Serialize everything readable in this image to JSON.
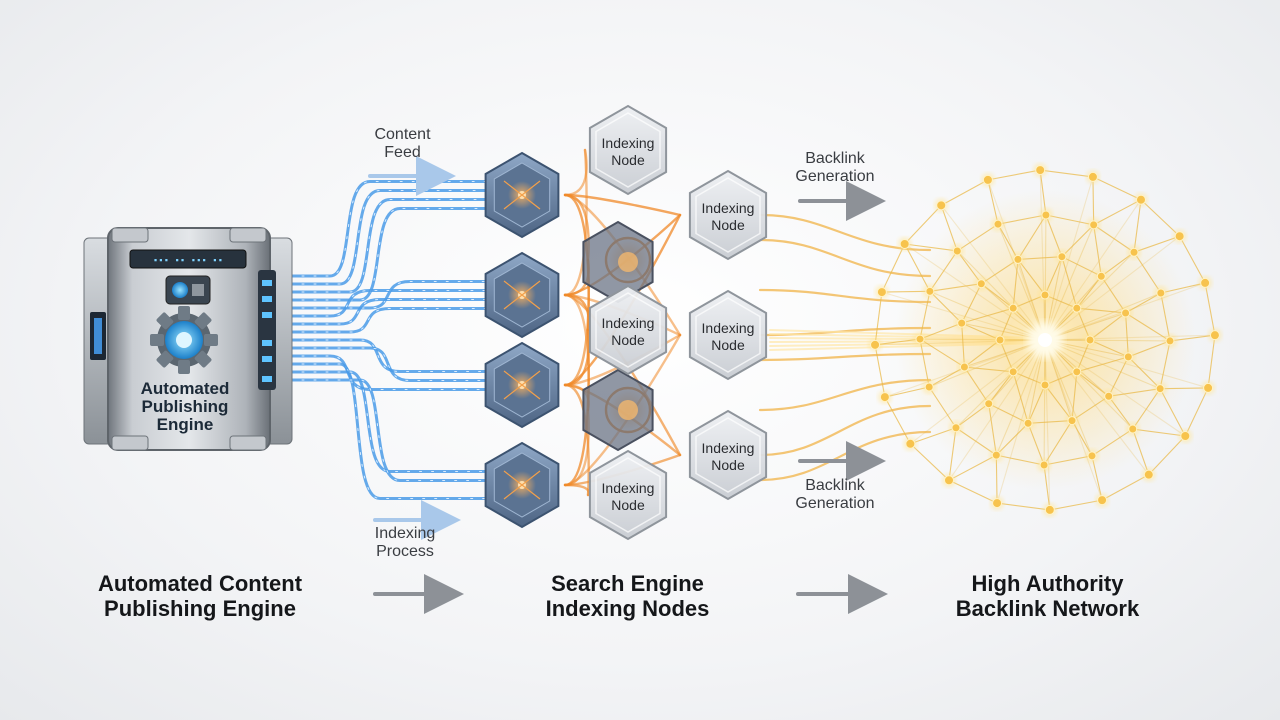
{
  "engine": {
    "label_lines": [
      "Automated",
      "Publishing",
      "Engine"
    ],
    "panel_text": "▪▪▪ ▪▪ ▪▪▪ ▪▪"
  },
  "flow_labels": {
    "content_feed": [
      "Content",
      "Feed"
    ],
    "indexing_process": [
      "Indexing",
      "Process"
    ],
    "backlink_top": [
      "Backlink",
      "Generation"
    ],
    "backlink_bottom": [
      "Backlink",
      "Generation"
    ]
  },
  "indexing_nodes": [
    {
      "label_lines": [
        "Indexing",
        "Node"
      ]
    },
    {
      "label_lines": [
        "Indexing",
        "Node"
      ]
    },
    {
      "label_lines": [
        "Indexing",
        "Node"
      ]
    },
    {
      "label_lines": [
        "Indexing",
        "Node"
      ]
    },
    {
      "label_lines": [
        "Indexing",
        "Node"
      ]
    },
    {
      "label_lines": [
        "Indexing",
        "Node"
      ]
    }
  ],
  "stages": [
    {
      "title_lines": [
        "Automated Content",
        "Publishing Engine"
      ]
    },
    {
      "title_lines": [
        "Search Engine",
        "Indexing Nodes"
      ]
    },
    {
      "title_lines": [
        "High Authority",
        "Backlink Network"
      ]
    }
  ],
  "colors": {
    "feed_blue": "#4a9be8",
    "glow_orange": "#f08a2a",
    "network_gold": "#e9b949",
    "engine_metal": "#9ea4ab",
    "arrow_gray": "#8d9197"
  }
}
